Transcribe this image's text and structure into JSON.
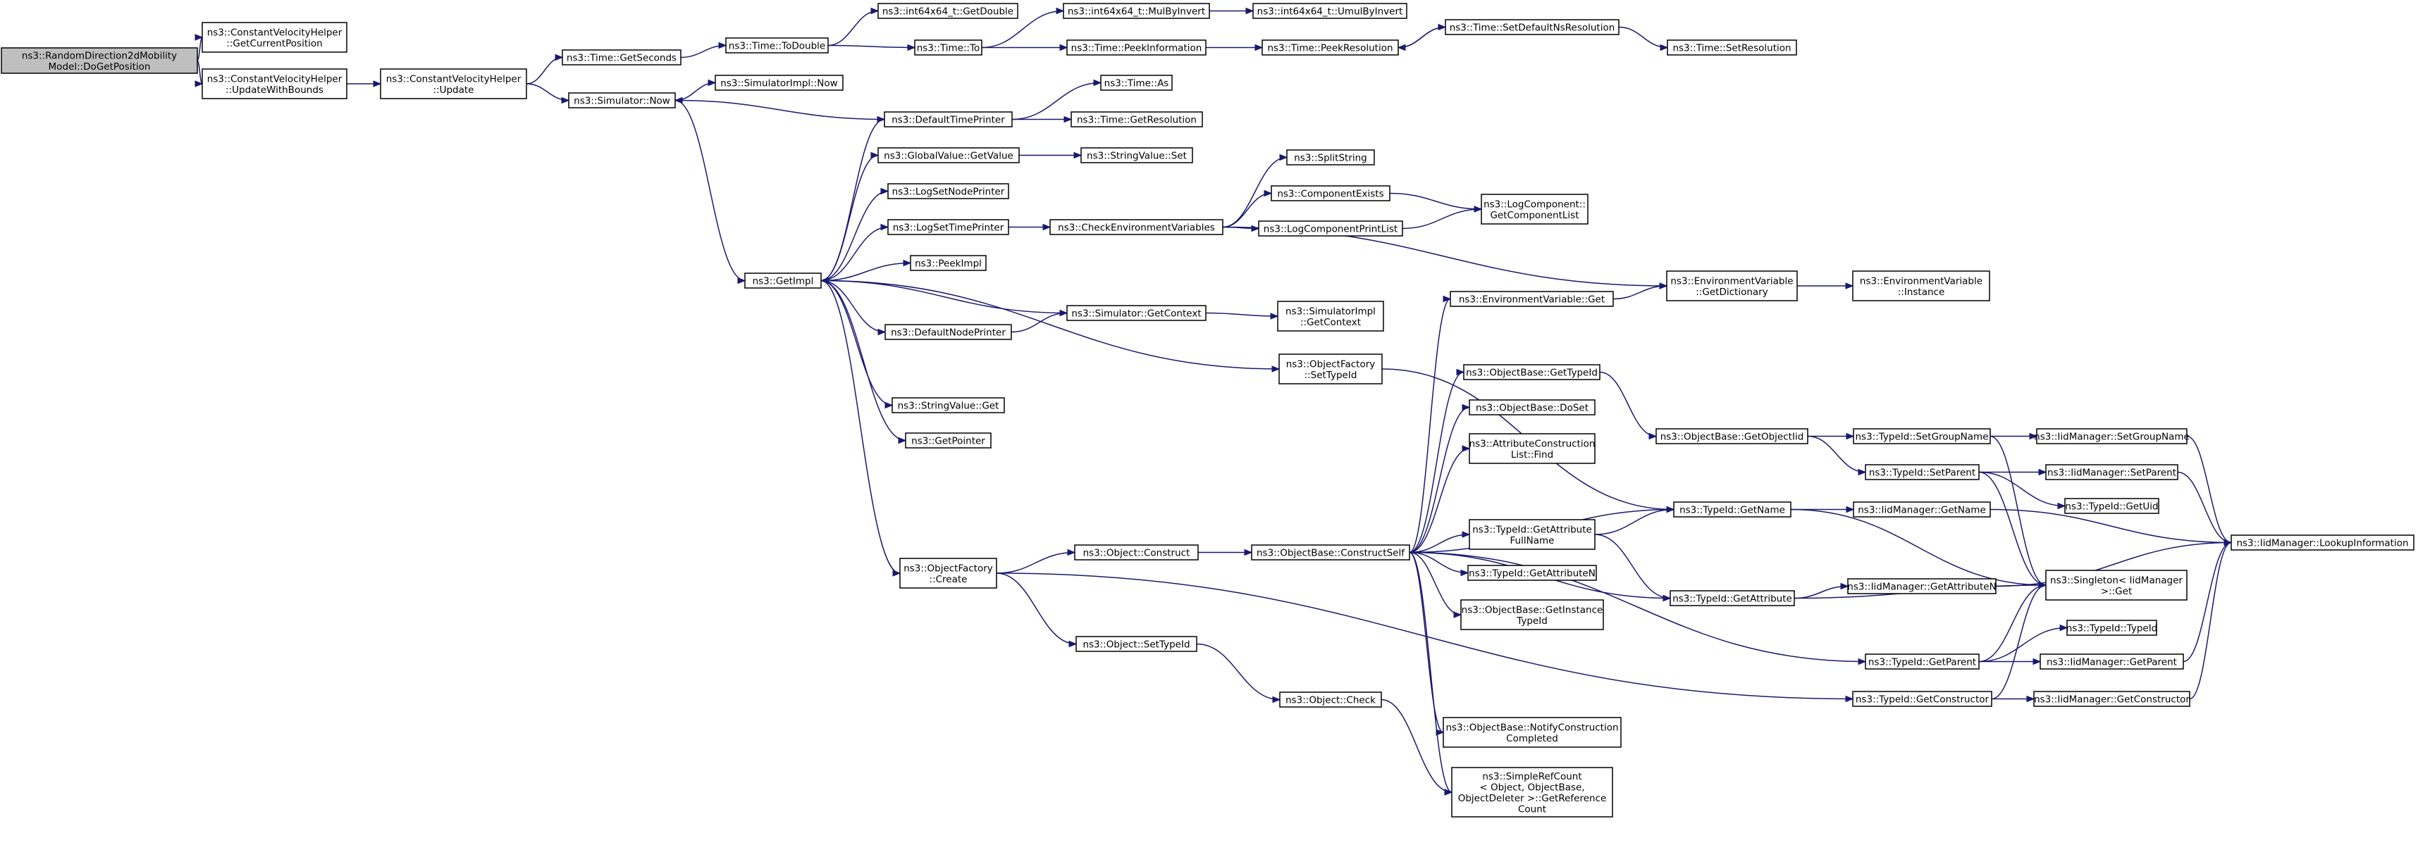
{
  "colors": {
    "edge": "#191970",
    "root_fill": "#bfbfbf",
    "node_fill": "#ffffff",
    "border": "#000000"
  },
  "nodes": [
    {
      "id": "n0",
      "lines": [
        "ns3::RandomDirection2dMobility",
        "Model::DoGetPosition"
      ],
      "root": true
    },
    {
      "id": "n1",
      "lines": [
        "ns3::ConstantVelocityHelper",
        "::GetCurrentPosition"
      ]
    },
    {
      "id": "n2",
      "lines": [
        "ns3::ConstantVelocityHelper",
        "::UpdateWithBounds"
      ]
    },
    {
      "id": "n3",
      "lines": [
        "ns3::ConstantVelocityHelper",
        "::Update"
      ]
    },
    {
      "id": "n4",
      "lines": [
        "ns3::Time::GetSeconds"
      ]
    },
    {
      "id": "n5",
      "lines": [
        "ns3::Simulator::Now"
      ]
    },
    {
      "id": "n6",
      "lines": [
        "ns3::Time::ToDouble"
      ]
    },
    {
      "id": "n7",
      "lines": [
        "ns3::int64x64_t::GetDouble"
      ]
    },
    {
      "id": "n8",
      "lines": [
        "ns3::Time::To"
      ]
    },
    {
      "id": "n9",
      "lines": [
        "ns3::int64x64_t::MulByInvert"
      ]
    },
    {
      "id": "n10",
      "lines": [
        "ns3::int64x64_t::UmulByInvert"
      ]
    },
    {
      "id": "n11",
      "lines": [
        "ns3::Time::PeekInformation"
      ]
    },
    {
      "id": "n12",
      "lines": [
        "ns3::Time::PeekResolution"
      ]
    },
    {
      "id": "n13",
      "lines": [
        "ns3::Time::SetDefaultNsResolution"
      ]
    },
    {
      "id": "n14",
      "lines": [
        "ns3::Time::SetResolution"
      ]
    },
    {
      "id": "n15",
      "lines": [
        "ns3::SimulatorImpl::Now"
      ]
    },
    {
      "id": "n16",
      "lines": [
        "ns3::DefaultTimePrinter"
      ]
    },
    {
      "id": "n17",
      "lines": [
        "ns3::Time::As"
      ]
    },
    {
      "id": "n18",
      "lines": [
        "ns3::Time::GetResolution"
      ]
    },
    {
      "id": "n19",
      "lines": [
        "ns3::GlobalValue::GetValue"
      ]
    },
    {
      "id": "n20",
      "lines": [
        "ns3::StringValue::Set"
      ]
    },
    {
      "id": "n21",
      "lines": [
        "ns3::LogSetNodePrinter"
      ]
    },
    {
      "id": "n22",
      "lines": [
        "ns3::LogSetTimePrinter"
      ]
    },
    {
      "id": "n23",
      "lines": [
        "ns3::CheckEnvironmentVariables"
      ]
    },
    {
      "id": "n24",
      "lines": [
        "ns3::SplitString"
      ]
    },
    {
      "id": "n25",
      "lines": [
        "ns3::ComponentExists"
      ]
    },
    {
      "id": "n26",
      "lines": [
        "ns3::LogComponentPrintList"
      ]
    },
    {
      "id": "n27",
      "lines": [
        "ns3::LogComponent::",
        "GetComponentList"
      ]
    },
    {
      "id": "n28",
      "lines": [
        "ns3::PeekImpl"
      ]
    },
    {
      "id": "n29",
      "lines": [
        "ns3::GetImpl"
      ]
    },
    {
      "id": "n30",
      "lines": [
        "ns3::EnvironmentVariable",
        "::GetDictionary"
      ]
    },
    {
      "id": "n31",
      "lines": [
        "ns3::EnvironmentVariable",
        "::Instance"
      ]
    },
    {
      "id": "n32",
      "lines": [
        "ns3::Simulator::GetContext"
      ]
    },
    {
      "id": "n33",
      "lines": [
        "ns3::SimulatorImpl",
        "::GetContext"
      ]
    },
    {
      "id": "n34",
      "lines": [
        "ns3::DefaultNodePrinter"
      ]
    },
    {
      "id": "n35",
      "lines": [
        "ns3::EnvironmentVariable::Get"
      ]
    },
    {
      "id": "n36",
      "lines": [
        "ns3::ObjectFactory",
        "::SetTypeId"
      ]
    },
    {
      "id": "n37",
      "lines": [
        "ns3::StringValue::Get"
      ]
    },
    {
      "id": "n38",
      "lines": [
        "ns3::GetPointer"
      ]
    },
    {
      "id": "n39",
      "lines": [
        "ns3::ObjectBase::GetTypeId"
      ]
    },
    {
      "id": "n40",
      "lines": [
        "ns3::ObjectBase::DoSet"
      ]
    },
    {
      "id": "n41",
      "lines": [
        "ns3::AttributeConstruction",
        "List::Find"
      ]
    },
    {
      "id": "n42",
      "lines": [
        "ns3::ObjectBase::GetObjectIid"
      ]
    },
    {
      "id": "n43",
      "lines": [
        "ns3::TypeId::SetGroupName"
      ]
    },
    {
      "id": "n44",
      "lines": [
        "ns3::IidManager::SetGroupName"
      ]
    },
    {
      "id": "n45",
      "lines": [
        "ns3::TypeId::SetParent"
      ]
    },
    {
      "id": "n46",
      "lines": [
        "ns3::IidManager::SetParent"
      ]
    },
    {
      "id": "n47",
      "lines": [
        "ns3::TypeId::GetUid"
      ]
    },
    {
      "id": "n48",
      "lines": [
        "ns3::TypeId::GetName"
      ]
    },
    {
      "id": "n49",
      "lines": [
        "ns3::IidManager::GetName"
      ]
    },
    {
      "id": "n50",
      "lines": [
        "ns3::IidManager::LookupInformation"
      ]
    },
    {
      "id": "n51",
      "lines": [
        "ns3::TypeId::GetAttribute",
        "FullName"
      ]
    },
    {
      "id": "n52",
      "lines": [
        "ns3::ObjectFactory",
        "::Create"
      ]
    },
    {
      "id": "n53",
      "lines": [
        "ns3::Object::Construct"
      ]
    },
    {
      "id": "n54",
      "lines": [
        "ns3::ObjectBase::ConstructSelf"
      ]
    },
    {
      "id": "n55",
      "lines": [
        "ns3::TypeId::GetAttributeN"
      ]
    },
    {
      "id": "n56",
      "lines": [
        "ns3::TypeId::GetAttribute"
      ]
    },
    {
      "id": "n57",
      "lines": [
        "ns3::IidManager::GetAttributeN"
      ]
    },
    {
      "id": "n58",
      "lines": [
        "ns3::Singleton< IidManager",
        "  >::Get"
      ]
    },
    {
      "id": "n59",
      "lines": [
        "ns3::ObjectBase::GetInstance",
        "TypeId"
      ]
    },
    {
      "id": "n60",
      "lines": [
        "ns3::Object::SetTypeId"
      ]
    },
    {
      "id": "n61",
      "lines": [
        "ns3::TypeId::TypeId"
      ]
    },
    {
      "id": "n62",
      "lines": [
        "ns3::TypeId::GetParent"
      ]
    },
    {
      "id": "n63",
      "lines": [
        "ns3::IidManager::GetParent"
      ]
    },
    {
      "id": "n64",
      "lines": [
        "ns3::Object::Check"
      ]
    },
    {
      "id": "n65",
      "lines": [
        "ns3::TypeId::GetConstructor"
      ]
    },
    {
      "id": "n66",
      "lines": [
        "ns3::IidManager::GetConstructor"
      ]
    },
    {
      "id": "n67",
      "lines": [
        "ns3::ObjectBase::NotifyConstruction",
        "Completed"
      ]
    },
    {
      "id": "n68",
      "lines": [
        "ns3::SimpleRefCount",
        "< Object, ObjectBase,",
        "ObjectDeleter >::GetReference",
        "Count"
      ]
    }
  ],
  "edges": [
    [
      "n0",
      "n1"
    ],
    [
      "n0",
      "n2"
    ],
    [
      "n2",
      "n3"
    ],
    [
      "n3",
      "n4"
    ],
    [
      "n3",
      "n5"
    ],
    [
      "n4",
      "n6"
    ],
    [
      "n6",
      "n7"
    ],
    [
      "n6",
      "n8"
    ],
    [
      "n8",
      "n9"
    ],
    [
      "n9",
      "n10"
    ],
    [
      "n8",
      "n11"
    ],
    [
      "n11",
      "n12"
    ],
    [
      "n12",
      "n13"
    ],
    [
      "n13",
      "n14"
    ],
    [
      "n13",
      "n12"
    ],
    [
      "n5",
      "n15"
    ],
    [
      "n5",
      "n29"
    ],
    [
      "n16",
      "n5"
    ],
    [
      "n16",
      "n17"
    ],
    [
      "n16",
      "n18"
    ],
    [
      "n29",
      "n16"
    ],
    [
      "n29",
      "n19"
    ],
    [
      "n19",
      "n20"
    ],
    [
      "n29",
      "n21"
    ],
    [
      "n29",
      "n22"
    ],
    [
      "n22",
      "n23"
    ],
    [
      "n23",
      "n24"
    ],
    [
      "n23",
      "n25"
    ],
    [
      "n23",
      "n26"
    ],
    [
      "n25",
      "n27"
    ],
    [
      "n26",
      "n27"
    ],
    [
      "n23",
      "n30"
    ],
    [
      "n30",
      "n31"
    ],
    [
      "n29",
      "n28"
    ],
    [
      "n32",
      "n29"
    ],
    [
      "n32",
      "n33"
    ],
    [
      "n29",
      "n34"
    ],
    [
      "n34",
      "n32"
    ],
    [
      "n35",
      "n30"
    ],
    [
      "n29",
      "n36"
    ],
    [
      "n36",
      "n48"
    ],
    [
      "n29",
      "n37"
    ],
    [
      "n29",
      "n38"
    ],
    [
      "n29",
      "n52"
    ],
    [
      "n52",
      "n53"
    ],
    [
      "n52",
      "n60"
    ],
    [
      "n52",
      "n65"
    ],
    [
      "n53",
      "n54"
    ],
    [
      "n54",
      "n35"
    ],
    [
      "n54",
      "n39"
    ],
    [
      "n54",
      "n40"
    ],
    [
      "n54",
      "n41"
    ],
    [
      "n54",
      "n48"
    ],
    [
      "n54",
      "n51"
    ],
    [
      "n54",
      "n55"
    ],
    [
      "n54",
      "n56"
    ],
    [
      "n54",
      "n59"
    ],
    [
      "n54",
      "n62"
    ],
    [
      "n54",
      "n67"
    ],
    [
      "n54",
      "n68"
    ],
    [
      "n39",
      "n42"
    ],
    [
      "n42",
      "n43"
    ],
    [
      "n42",
      "n45"
    ],
    [
      "n43",
      "n44"
    ],
    [
      "n43",
      "n58"
    ],
    [
      "n45",
      "n46"
    ],
    [
      "n45",
      "n47"
    ],
    [
      "n45",
      "n58"
    ],
    [
      "n44",
      "n50"
    ],
    [
      "n46",
      "n50"
    ],
    [
      "n48",
      "n49"
    ],
    [
      "n48",
      "n58"
    ],
    [
      "n49",
      "n50"
    ],
    [
      "n51",
      "n48"
    ],
    [
      "n51",
      "n56"
    ],
    [
      "n56",
      "n57"
    ],
    [
      "n56",
      "n58"
    ],
    [
      "n57",
      "n50"
    ],
    [
      "n60",
      "n64"
    ],
    [
      "n64",
      "n68"
    ],
    [
      "n62",
      "n61"
    ],
    [
      "n62",
      "n63"
    ],
    [
      "n62",
      "n58"
    ],
    [
      "n63",
      "n50"
    ],
    [
      "n65",
      "n66"
    ],
    [
      "n65",
      "n58"
    ],
    [
      "n66",
      "n50"
    ]
  ]
}
